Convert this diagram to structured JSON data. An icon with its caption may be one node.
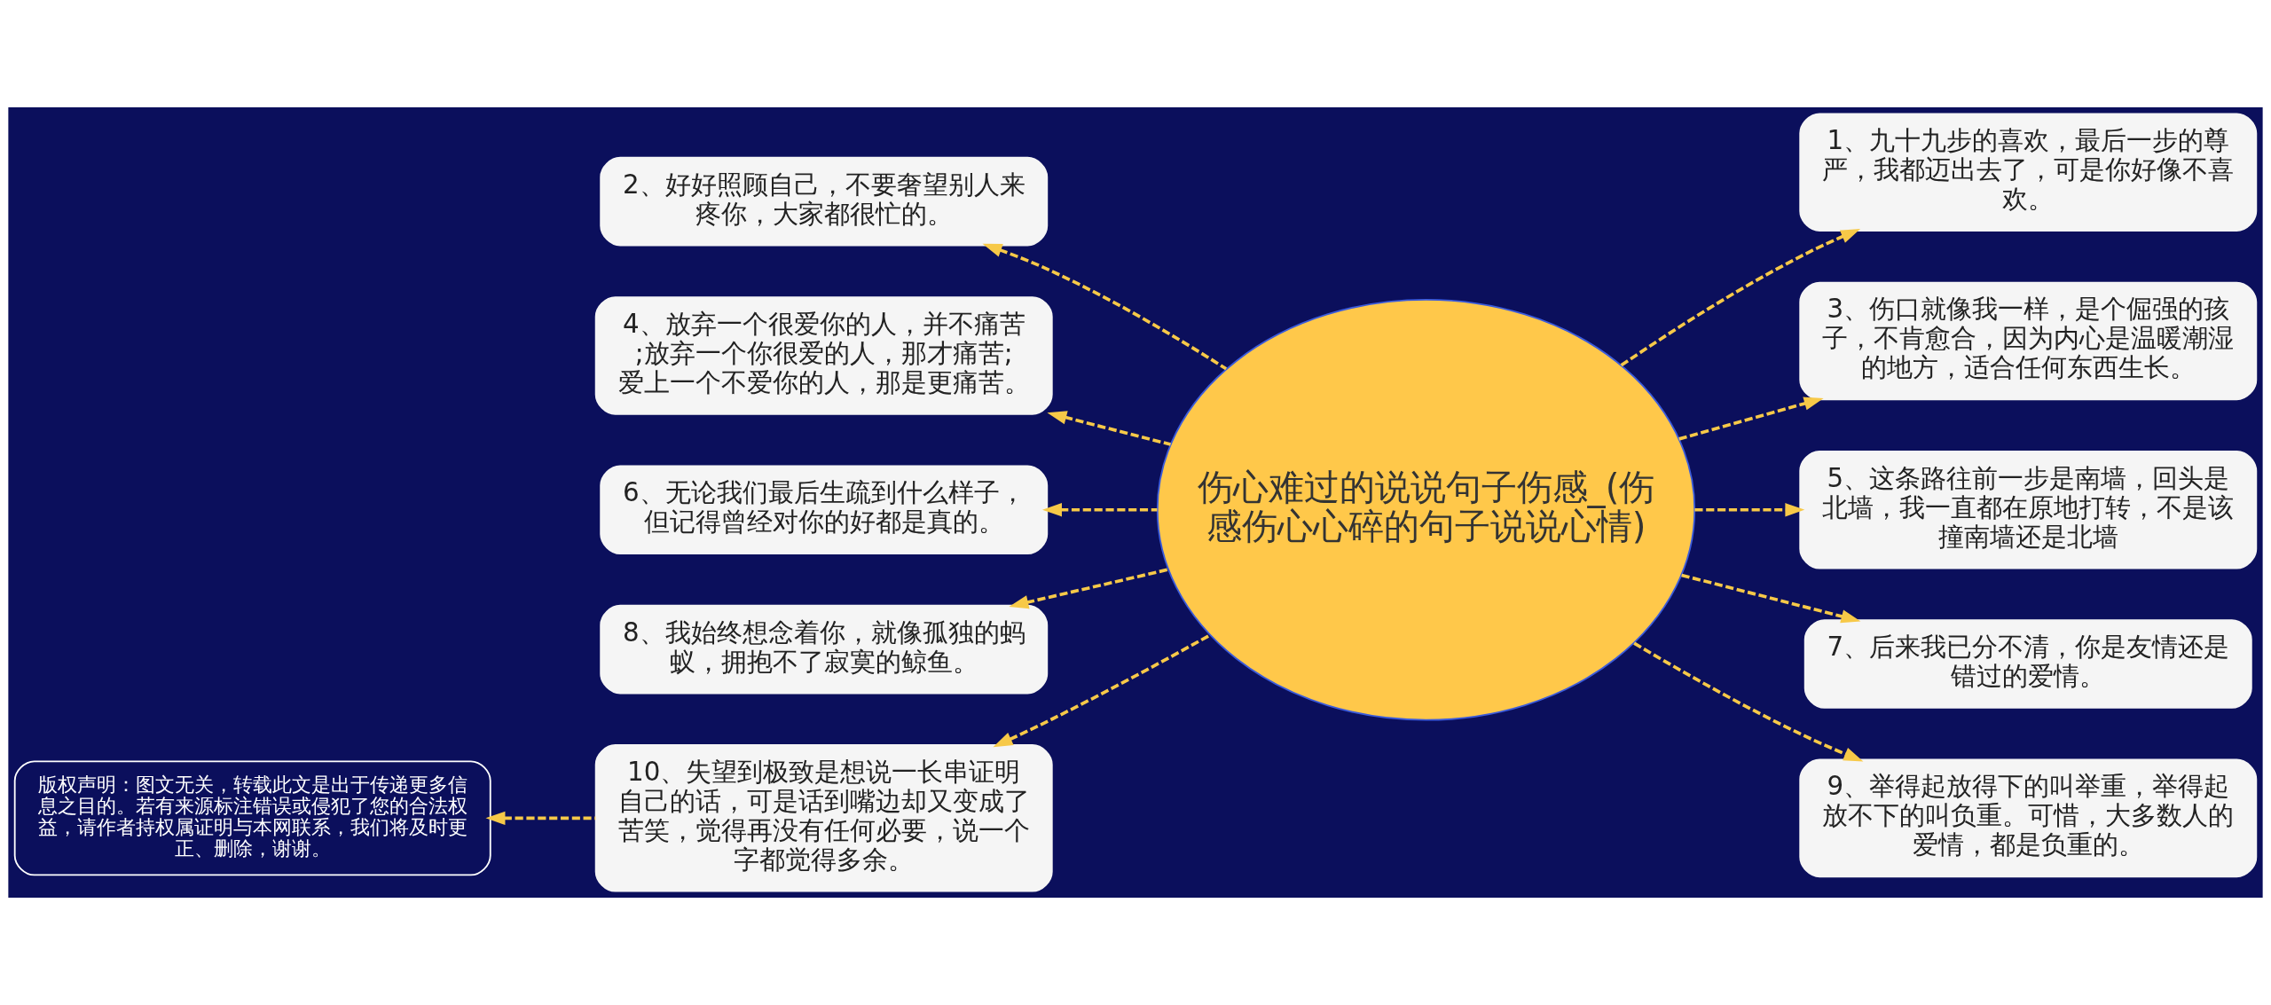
{
  "diagram": {
    "nodes": [
      {
        "text": [
          "伤心难过的说说句子伤感_(伤感伤心心碎的句子说说心情)"
        ]
      },
      {
        "text": [
          "1、九十九步的喜欢，最后一步的尊严，我都迈出去了，可是你好像不喜欢。"
        ]
      },
      {
        "text": [
          "2、好好照顾自己，不要奢望别人来疼你，大家都很忙的。"
        ]
      },
      {
        "text": [
          "3、伤口就像我一样，是个倔强的孩子，不肯愈合，因为内心是温暖潮湿的地方，适合任何东西生长。"
        ]
      },
      {
        "text": [
          "4、放弃一个很爱你的人，并不痛苦;放弃一个你很爱的人，那才痛苦;爱上一个不爱你的人，那是更痛苦。"
        ]
      },
      {
        "text": [
          "5、这条路往前一步是南墙，回头是北墙，我一直都在原地打转，不是该撞南墙还是北墙"
        ]
      },
      {
        "text": [
          "6、无论我们最后生疏到什么样子，但记得曾经对你的好都是真的。"
        ]
      },
      {
        "text": [
          "7、后来我已分不清，你是友情还是错过的爱情。"
        ]
      },
      {
        "text": [
          "8、我始终想念着你，就像孤独的蚂蚁，拥抱不了寂寞的鲸鱼。"
        ]
      },
      {
        "text": [
          "9、举得起放得下的叫举重，举得起放不下的叫负重。可惜，大多数人的爱情，都是负重的。"
        ]
      },
      {
        "text": [
          "10、失望到极致是想说一长串证明自己的话，可是话到嘴边却又变成了苦笑，觉得再没有任何必要，说一个字都觉得多余。"
        ]
      },
      {
        "text": [
          "版权声明：图文无关，转载此文是出于传递更多信息之目的。若有来源标注错误或侵犯了您的合法权益，请作者持权属证明与本网联系，我们将及时更正、删除，谢谢。"
        ]
      }
    ],
    "edges": [
      {
        "from": 0,
        "to": 1,
        "arrow": "to",
        "style": "dashed"
      },
      {
        "from": 0,
        "to": 2,
        "arrow": "to",
        "style": "dashed"
      },
      {
        "from": 0,
        "to": 3,
        "arrow": "to",
        "style": "dashed"
      },
      {
        "from": 0,
        "to": 4,
        "arrow": "to",
        "style": "dashed"
      },
      {
        "from": 0,
        "to": 5,
        "arrow": "to",
        "style": "dashed"
      },
      {
        "from": 0,
        "to": 6,
        "arrow": "to",
        "style": "dashed"
      },
      {
        "from": 0,
        "to": 7,
        "arrow": "to",
        "style": "dashed"
      },
      {
        "from": 0,
        "to": 8,
        "arrow": "to",
        "style": "dashed"
      },
      {
        "from": 0,
        "to": 9,
        "arrow": "to",
        "style": "dashed"
      },
      {
        "from": 0,
        "to": 10,
        "arrow": "to",
        "style": "dashed"
      },
      {
        "from": 10,
        "to": 11,
        "arrow": "to",
        "style": "dashed"
      }
    ]
  }
}
